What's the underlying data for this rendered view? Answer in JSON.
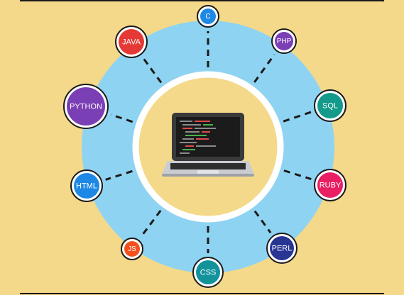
{
  "colors": {
    "background": "#f4d98a",
    "outer_ring": "#8fd3f2",
    "inner_ring_border": "#ffffff",
    "inner_disc": "#f4d98a",
    "node_border": "#1a1a1a",
    "connector": "#1a1a1a",
    "laptop_body": "#3a3a3a",
    "laptop_screen": "#1b1b1b",
    "laptop_base": "#c9ccd1"
  },
  "center": {
    "icon": "laptop-code-icon"
  },
  "languages": [
    {
      "label": "C",
      "color": "#1e88e5"
    },
    {
      "label": "PHP",
      "color": "#7b3fb5"
    },
    {
      "label": "SQL",
      "color": "#139a8a"
    },
    {
      "label": "RUBY",
      "color": "#e91e63"
    },
    {
      "label": "PERL",
      "color": "#283593"
    },
    {
      "label": "CSS",
      "color": "#12939c"
    },
    {
      "label": "JS",
      "color": "#f4511e"
    },
    {
      "label": "HTML",
      "color": "#1e88e5"
    },
    {
      "label": "PYTHON",
      "color": "#7b3fb5"
    },
    {
      "label": "JAVA",
      "color": "#e53935"
    }
  ]
}
